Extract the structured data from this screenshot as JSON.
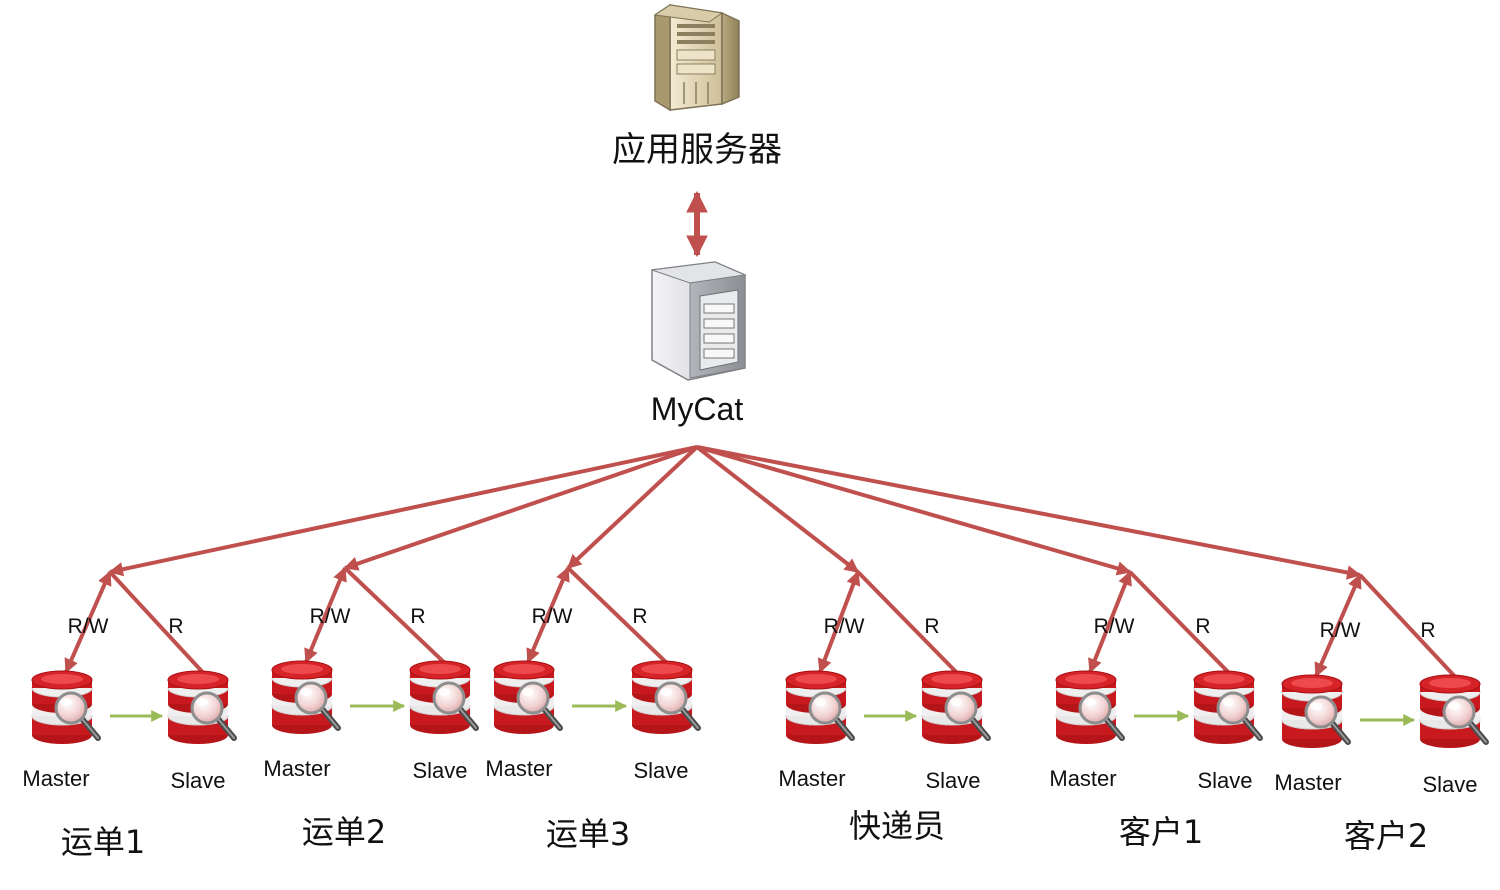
{
  "app_server": {
    "label": "应用服务器",
    "icon": "beige-tower-server-icon"
  },
  "mycat": {
    "label": "MyCat",
    "icon": "gray-server-icon"
  },
  "colors": {
    "arrow": "#c0504d",
    "replication": "#9bbb59",
    "db_red": "#c8191e"
  },
  "groups": [
    {
      "name": "运单1",
      "master": "Master",
      "slave": "Slave",
      "rw": "R/W",
      "r": "R"
    },
    {
      "name": "运单2",
      "master": "Master",
      "slave": "Slave",
      "rw": "R/W",
      "r": "R"
    },
    {
      "name": "运单3",
      "master": "Master",
      "slave": "Slave",
      "rw": "R/W",
      "r": "R"
    },
    {
      "name": "快递员",
      "master": "Master",
      "slave": "Slave",
      "rw": "R/W",
      "r": "R"
    },
    {
      "name": "客户1",
      "master": "Master",
      "slave": "Slave",
      "rw": "R/W",
      "r": "R"
    },
    {
      "name": "客户2",
      "master": "Master",
      "slave": "Slave",
      "rw": "R/W",
      "r": "R"
    }
  ]
}
